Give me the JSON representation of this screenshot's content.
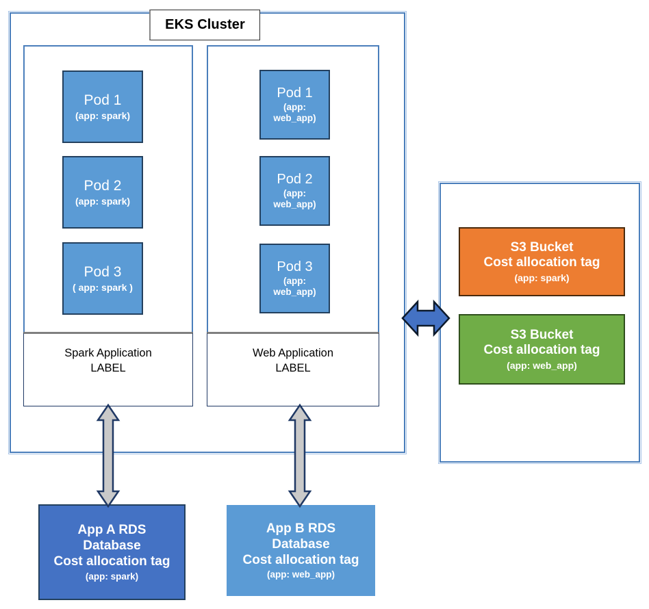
{
  "diagram": {
    "title": "EKS Cluster",
    "colors": {
      "cluster_border": "#4a7ebb",
      "pod_fill": "#5b9bd5",
      "pod_border": "#23405e",
      "s3_spark_fill": "#ed7d31",
      "s3_web_fill": "#70ad47",
      "rds_a_fill": "#4472c4",
      "rds_b_fill": "#5b9bd5",
      "gray_arrow_fill": "#c9c9c9",
      "blue_arrow_fill": "#4472c4"
    }
  },
  "cluster": {
    "label": "EKS Cluster",
    "columns": [
      {
        "id": "spark",
        "footer_line1": "Spark Application",
        "footer_line2": "LABEL",
        "pods": [
          {
            "title": "Pod 1",
            "tag_lines": [
              "(app: spark)"
            ]
          },
          {
            "title": "Pod 2",
            "tag_lines": [
              "(app: spark)"
            ]
          },
          {
            "title": "Pod 3",
            "tag_lines": [
              "( app: spark )"
            ]
          }
        ]
      },
      {
        "id": "web",
        "footer_line1": "Web Application",
        "footer_line2": "LABEL",
        "pods": [
          {
            "title": "Pod 1",
            "tag_lines": [
              "(app:",
              "web_app)"
            ]
          },
          {
            "title": "Pod 2",
            "tag_lines": [
              "(app:",
              "web_app)"
            ]
          },
          {
            "title": "Pod 3",
            "tag_lines": [
              "(app:",
              "web_app)"
            ]
          }
        ]
      }
    ]
  },
  "storage_panel": {
    "buckets": [
      {
        "id": "s3-spark",
        "line1": "S3 Bucket",
        "line2": "Cost allocation tag",
        "line3": "(app: spark)",
        "color": "#ed7d31"
      },
      {
        "id": "s3-web",
        "line1": "S3 Bucket",
        "line2": "Cost allocation tag",
        "line3": "(app: web_app)",
        "color": "#70ad47"
      }
    ]
  },
  "databases": [
    {
      "id": "rds-a",
      "line1": "App A RDS",
      "line2": "Database",
      "line3": "Cost allocation tag",
      "line4": "(app: spark)",
      "color": "#4472c4"
    },
    {
      "id": "rds-b",
      "line1": "App B RDS",
      "line2": "Database",
      "line3": "Cost allocation tag",
      "line4": "(app: web_app)",
      "color": "#5b9bd5"
    }
  ],
  "connectors": [
    {
      "id": "spark-to-rds-a",
      "orientation": "vertical",
      "double_headed": true,
      "fill": "#c9c9c9"
    },
    {
      "id": "web-to-rds-b",
      "orientation": "vertical",
      "double_headed": true,
      "fill": "#c9c9c9"
    },
    {
      "id": "cluster-to-s3",
      "orientation": "horizontal",
      "double_headed": true,
      "fill": "#4472c4"
    }
  ]
}
